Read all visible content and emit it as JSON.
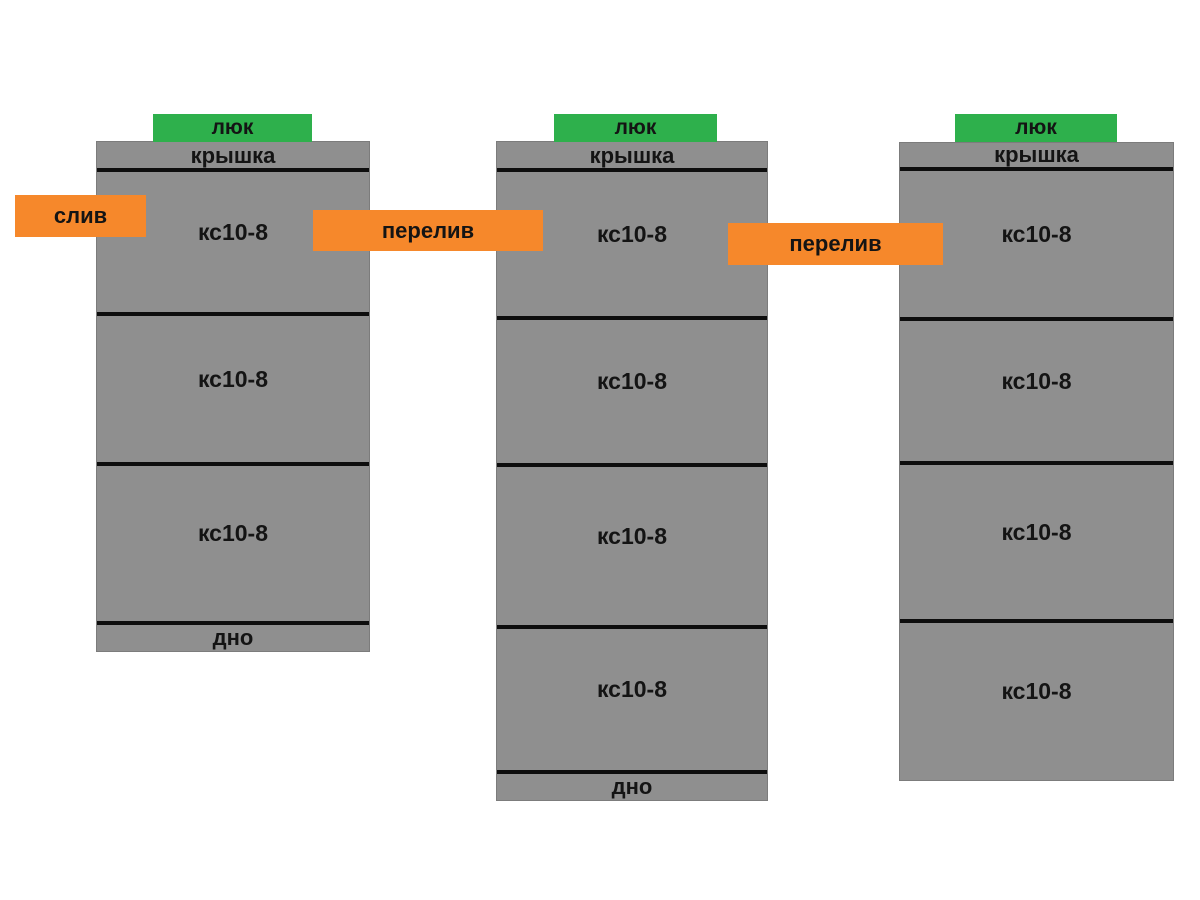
{
  "colors": {
    "background": "#ffffff",
    "well_gray": "#8f8f8f",
    "hatch_green": "#2eb04c",
    "connector_orange": "#f6882b",
    "line_black": "#0e0e0e",
    "text_black": "#141414"
  },
  "diagram": {
    "columns": [
      {
        "hatch": "люк",
        "cover": "крышка",
        "rings": [
          "кс10-8",
          "кс10-8",
          "кс10-8"
        ],
        "bottom": "дно"
      },
      {
        "hatch": "люк",
        "cover": "крышка",
        "rings": [
          "кс10-8",
          "кс10-8",
          "кс10-8",
          "кс10-8"
        ],
        "bottom": "дно"
      },
      {
        "hatch": "люк",
        "cover": "крышка",
        "rings": [
          "кс10-8",
          "кс10-8",
          "кс10-8",
          "кс10-8"
        ]
      }
    ],
    "connectors": [
      {
        "label": "слив"
      },
      {
        "label": "перелив"
      },
      {
        "label": "перелив"
      }
    ]
  }
}
